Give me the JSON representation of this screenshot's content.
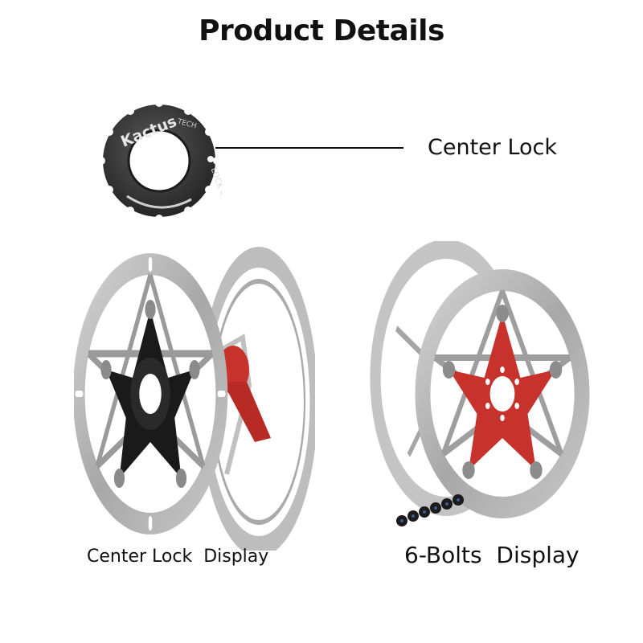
{
  "header": {
    "title": "Product Details"
  },
  "lockring": {
    "brand": "Kactus",
    "brand_suffix": "TECH",
    "torque": "LOCK 40N.m"
  },
  "callout": {
    "label": "Center Lock"
  },
  "captions": {
    "left": "Center Lock  Display",
    "right": "6-Bolts  Display"
  },
  "colors": {
    "rotor_steel": "#b9b9b9",
    "spider_black": "#1a1a1a",
    "spider_red": "#c8322c",
    "lockring_gray": "#3a3a3a"
  },
  "icons": [
    "lockring-image",
    "center-lock-rotor-image",
    "six-bolt-rotor-image",
    "bolts-image"
  ]
}
